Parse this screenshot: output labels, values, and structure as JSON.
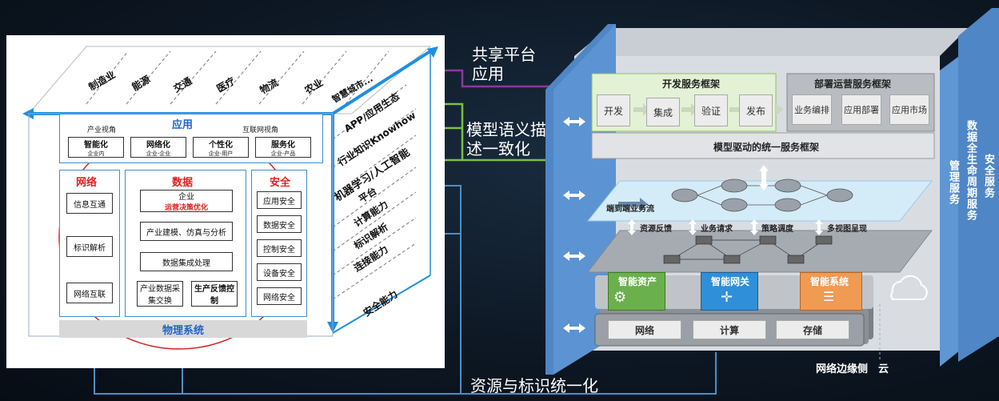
{
  "annotations": {
    "shared_platform": "共享平台应用",
    "model_semantics": "模型语义描述一致化",
    "resource_identity": "资源与标识统一化"
  },
  "cube": {
    "top_industries": [
      "制造业",
      "能源",
      "交通",
      "医疗",
      "物流",
      "农业",
      "智慧城市..."
    ],
    "side_labels": [
      "APP/应用生态",
      "行业知识Knowhow",
      "机器学习/人工智能",
      "平台",
      "计算能力",
      "标识解析",
      "连接能力",
      "安全能力"
    ],
    "app": {
      "title": "应用",
      "left_view": "产业视角",
      "right_view": "互联网视角",
      "items": [
        {
          "title": "智能化",
          "sub": "企业内"
        },
        {
          "title": "网络化",
          "sub": "企业-企业"
        },
        {
          "title": "个性化",
          "sub": "企业-用户"
        },
        {
          "title": "服务化",
          "sub": "企业-产品"
        }
      ]
    },
    "network": {
      "title": "网络",
      "items": [
        "信息互通",
        "标识解析",
        "网络互联"
      ]
    },
    "data": {
      "title": "数据",
      "opt_title": "企业",
      "opt_sub": "运营决策优化",
      "modeling": "产业建模、仿真与分析",
      "integration": "数据集成处理",
      "collect": "产业数据采集交换",
      "control": "生产反馈控制"
    },
    "security": {
      "title": "安全",
      "items": [
        "应用安全",
        "数据安全",
        "控制安全",
        "设备安全",
        "网络安全"
      ]
    },
    "physical": "物理系统"
  },
  "framework": {
    "dev_title": "开发服务框架",
    "dev_steps": [
      "开发",
      "集成",
      "验证",
      "发布"
    ],
    "deploy_title": "部署运营服务框架",
    "deploy_steps": [
      "业务编排",
      "应用部署",
      "应用市场"
    ],
    "model_driven": "模型驱动的统一服务框架",
    "e2e_flow": "端到端业务流",
    "flow_labels": [
      "资源反馈",
      "业务请求",
      "策略调度",
      "多视图呈现"
    ],
    "smart_tiles": [
      "智能资产",
      "智能网关",
      "智能系统"
    ],
    "infra": [
      "网络",
      "计算",
      "存储"
    ],
    "right_cols": [
      "管理服务",
      "数据全生命周期服务",
      "安全服务"
    ],
    "bottom_label": "网络边缘侧　云"
  },
  "colors": {
    "cube_blue": "#1f8fe0",
    "pipe_green": "#7ac143",
    "pipe_purple": "#8a3a9a",
    "pipe_blue": "#4a90c8",
    "wall_blue": "#4f86c6"
  }
}
